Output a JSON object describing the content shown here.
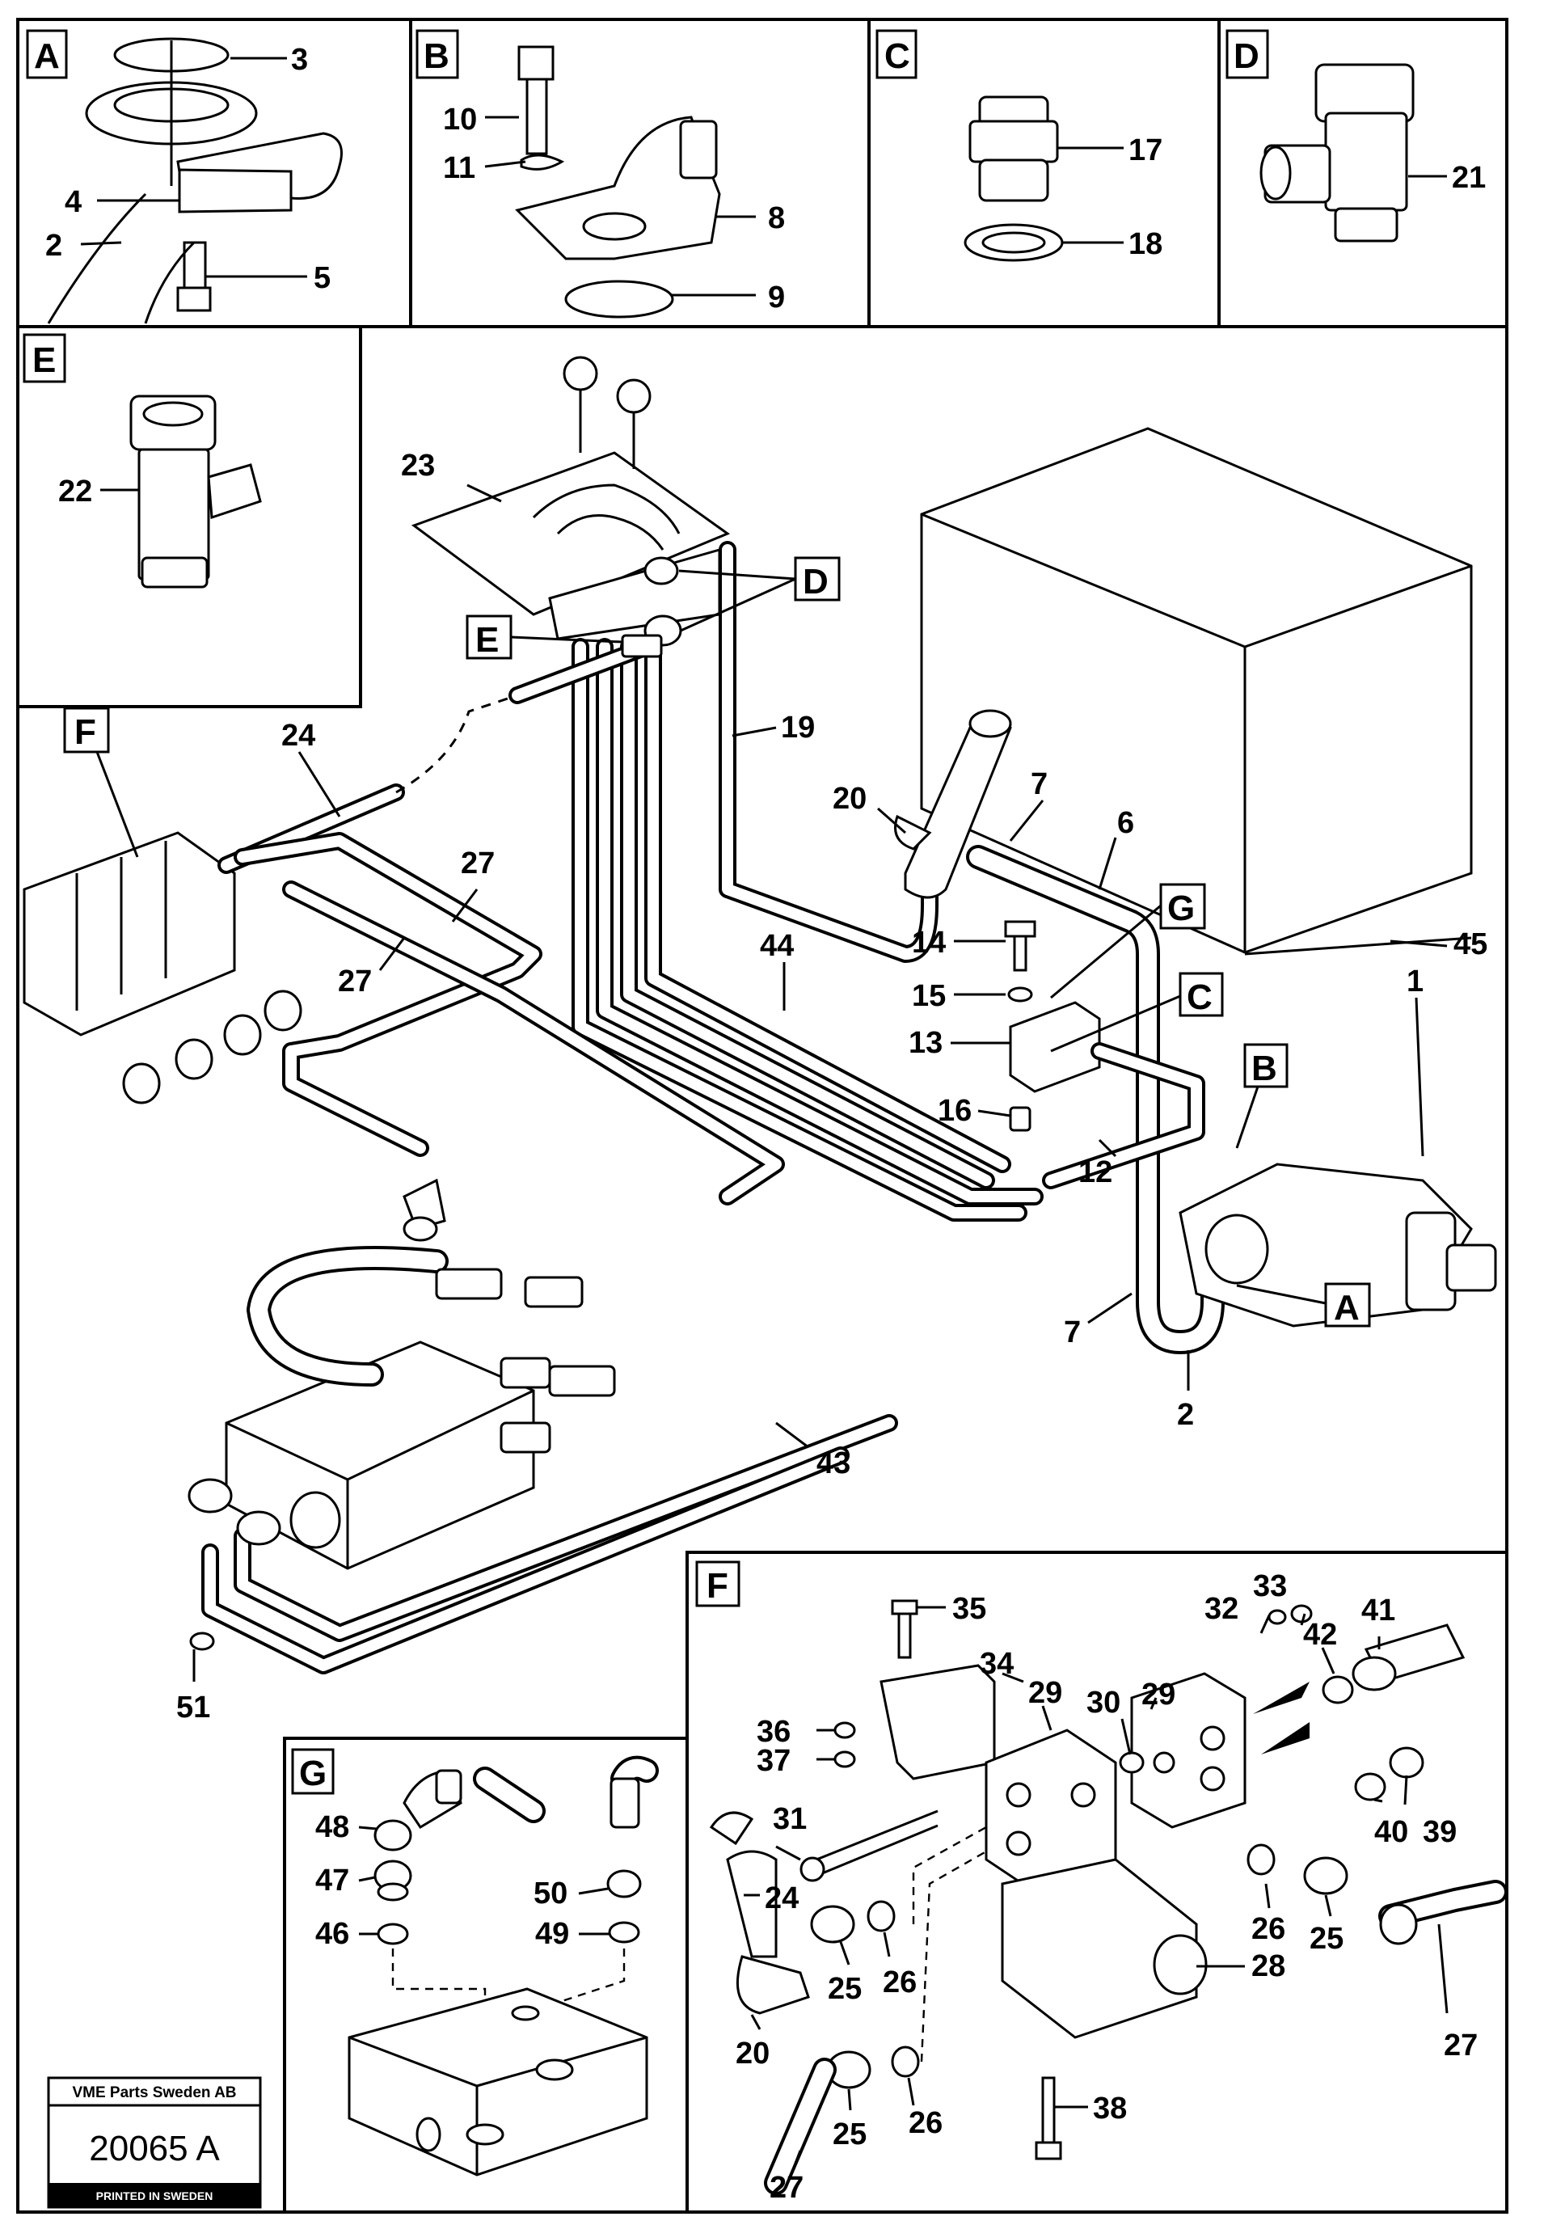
{
  "sections": {
    "A": {
      "letter": "A",
      "labels": [
        "3",
        "4",
        "2",
        "5"
      ]
    },
    "B": {
      "letter": "B",
      "labels": [
        "10",
        "11",
        "8",
        "9"
      ]
    },
    "C": {
      "letter": "C",
      "labels": [
        "17",
        "18"
      ]
    },
    "D": {
      "letter": "D",
      "labels": [
        "21"
      ]
    },
    "E": {
      "letter": "E",
      "labels": [
        "22"
      ]
    },
    "F": {
      "letter": "F",
      "labels": [
        "35",
        "33",
        "41",
        "34",
        "32",
        "42",
        "29",
        "29",
        "30",
        "36",
        "37",
        "39",
        "31",
        "40",
        "24",
        "26",
        "25",
        "27",
        "28",
        "20",
        "25",
        "26",
        "38",
        "25",
        "26",
        "27"
      ]
    },
    "G": {
      "letter": "G",
      "labels": [
        "48",
        "47",
        "46",
        "50",
        "49"
      ]
    }
  },
  "main": {
    "callouts": [
      "D",
      "E",
      "F",
      "G",
      "C",
      "B",
      "A"
    ],
    "labels": [
      "23",
      "24",
      "19",
      "20",
      "7",
      "6",
      "27",
      "27",
      "14",
      "15",
      "13",
      "16",
      "12",
      "44",
      "45",
      "1",
      "7",
      "2",
      "43",
      "51"
    ]
  },
  "stamp": {
    "company": "VME Parts Sweden AB",
    "code": "20065 A",
    "printed": "PRINTED IN SWEDEN"
  }
}
